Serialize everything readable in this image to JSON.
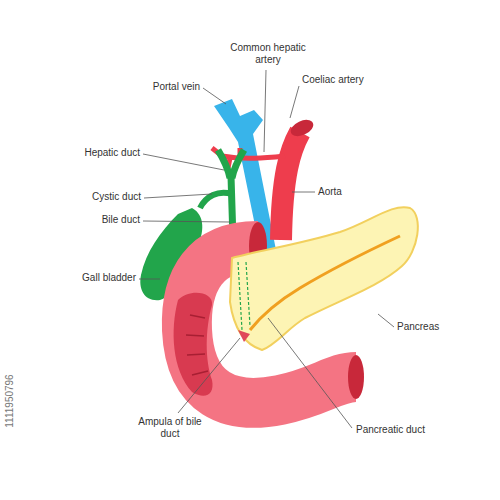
{
  "diagram": {
    "labels": [
      "Portal vein",
      "Common hepatic artery",
      "Coeliac artery",
      "Hepatic duct",
      "Aorta",
      "Cystic duct",
      "Bile duct",
      "Gall bladder",
      "Pancreas",
      "Ampula of bile duct",
      "Pancreatic duct",
      "1111950796"
    ]
  }
}
